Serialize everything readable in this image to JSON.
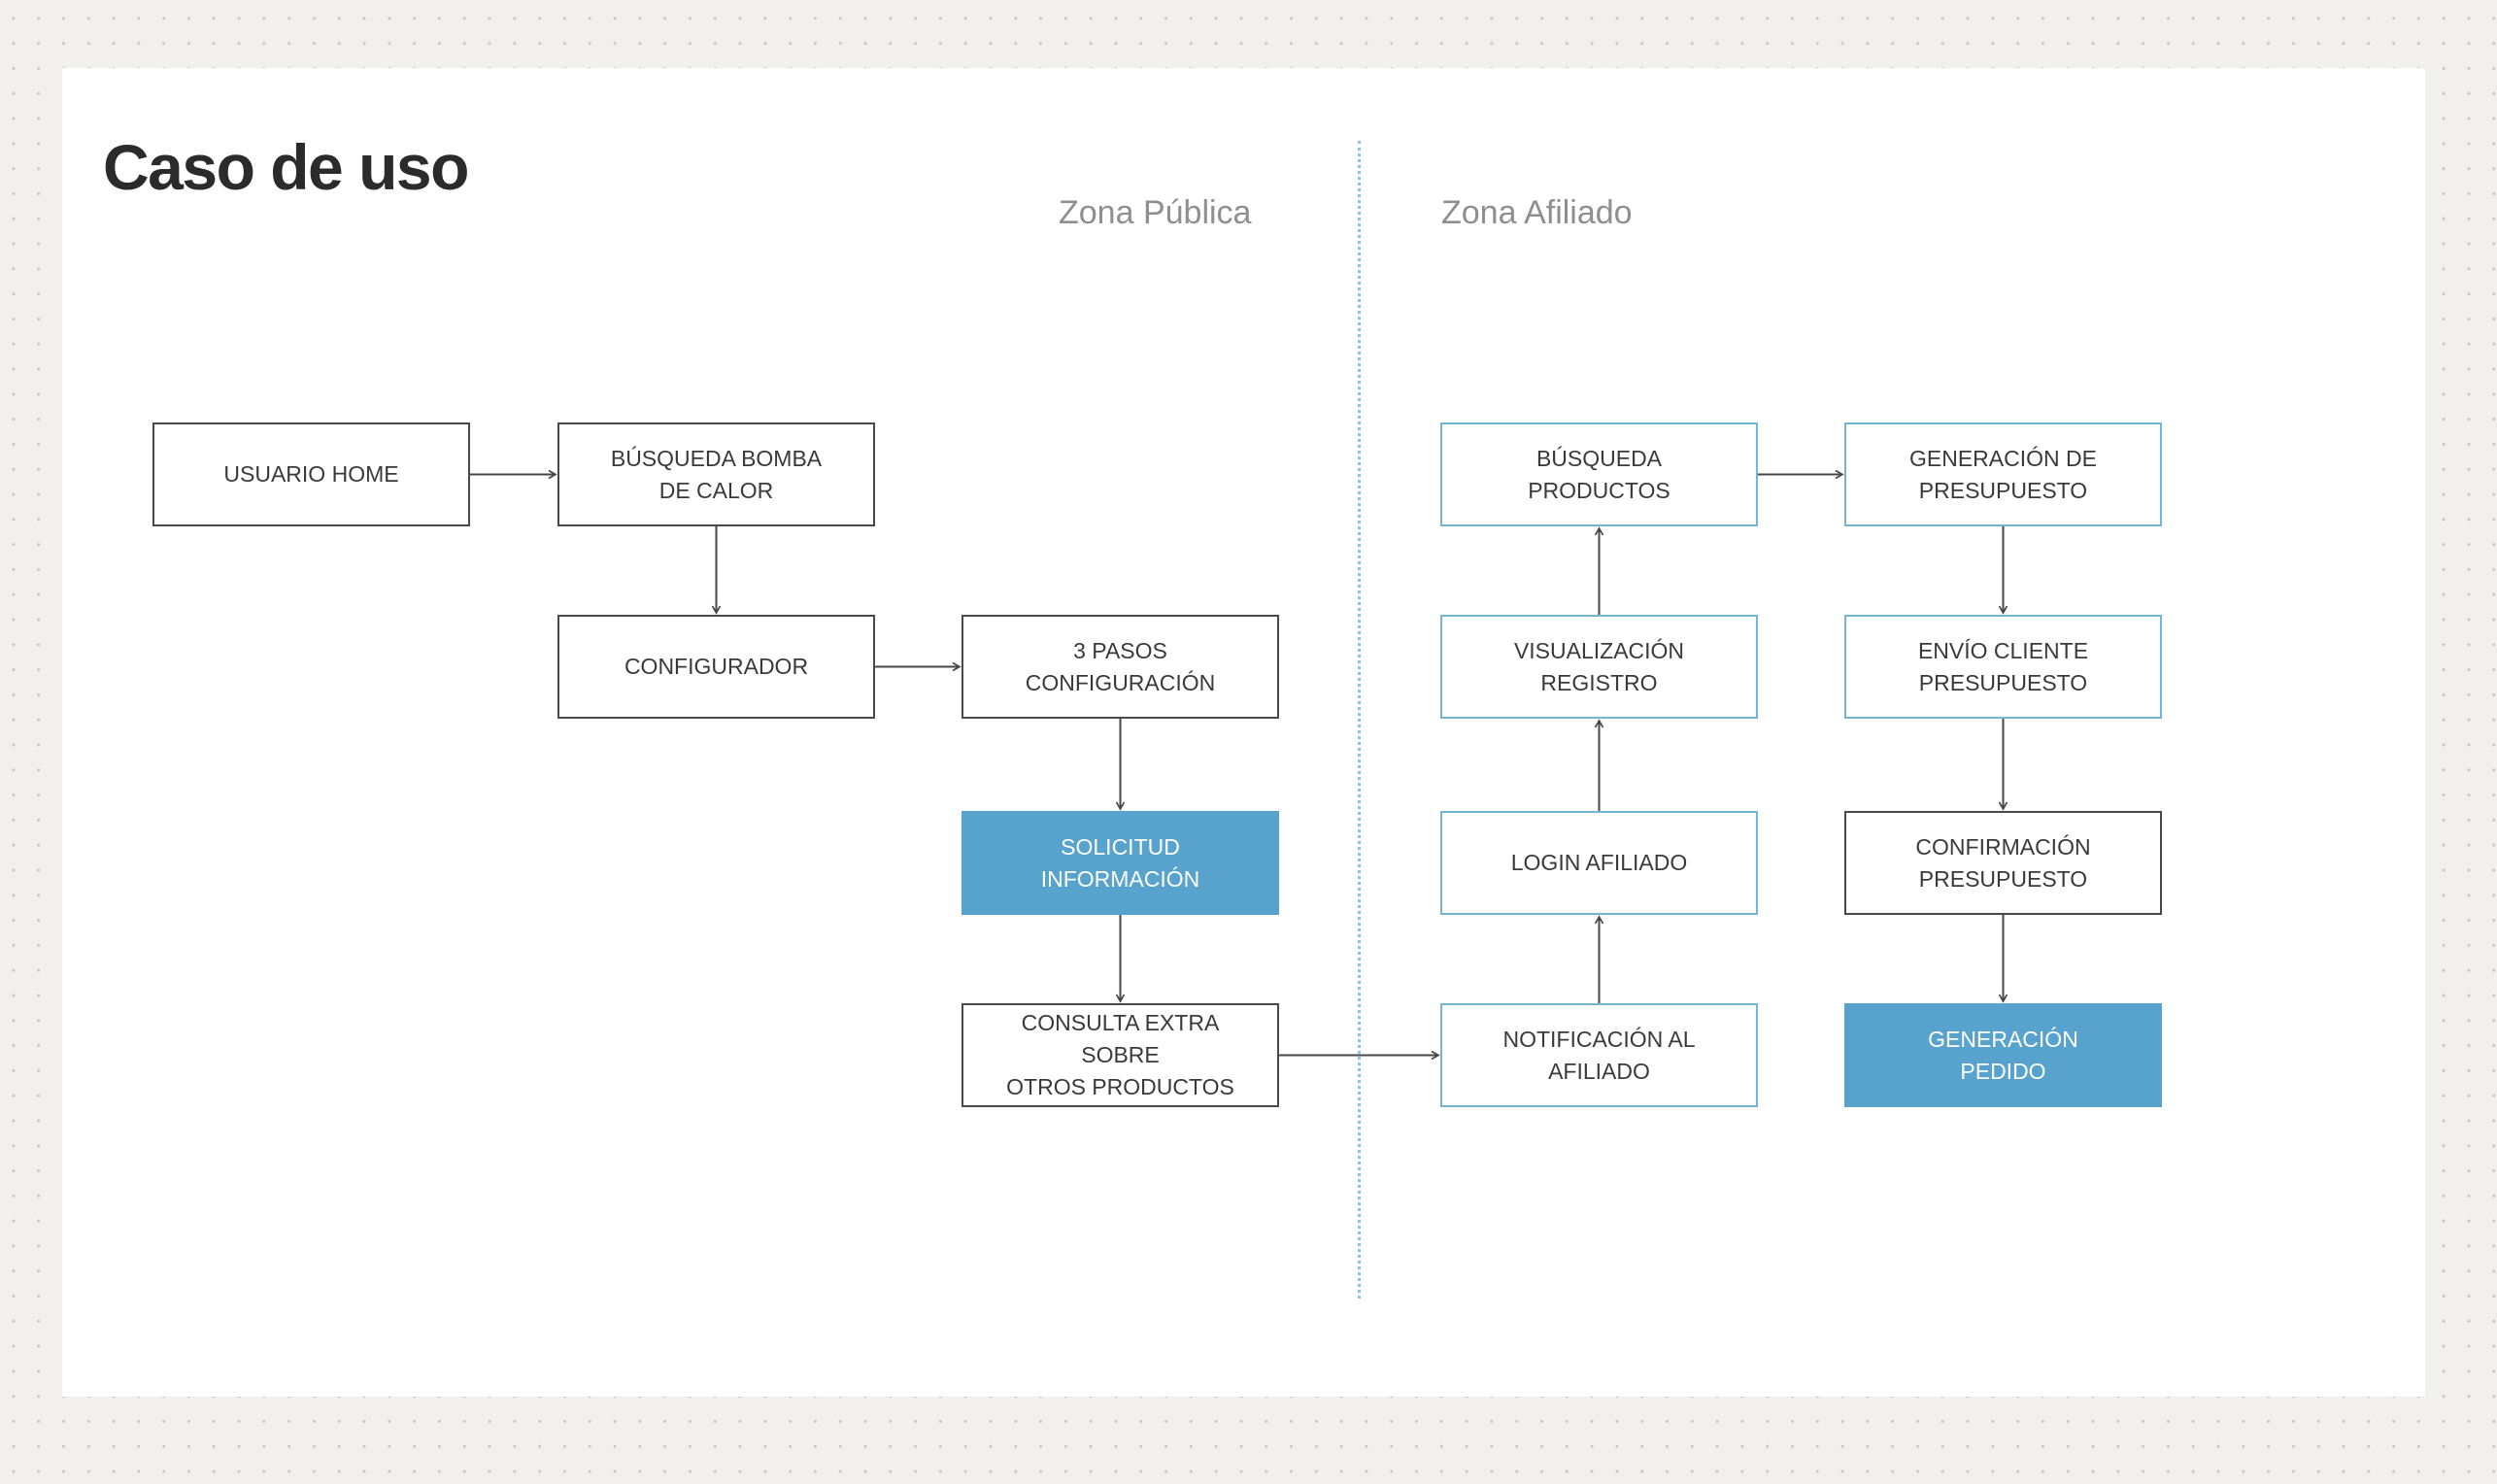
{
  "page": {
    "title": "Caso de uso"
  },
  "zones": {
    "public": {
      "label": "Zona Pública"
    },
    "affiliate": {
      "label": "Zona Afiliado"
    }
  },
  "colors": {
    "page_background": "#f1f0ef",
    "grid_dot": "#c7c7c7",
    "canvas": "#ffffff",
    "title_text": "#2b2b2b",
    "zone_label_text": "#8f8f8f",
    "zone_divider_blue": "#8fc3de",
    "box_border_dark": "#4a4a4a",
    "box_border_blue": "#74b4d9",
    "box_fill_blue": "#58a3cd",
    "box_text": "#3a3a3a",
    "box_text_on_blue": "#ffffff",
    "arrow": "#474747"
  },
  "diagram": {
    "nodes": [
      {
        "id": "usuario-home",
        "zone": "public",
        "variant": "outline-dark",
        "lines": [
          "USUARIO HOME"
        ]
      },
      {
        "id": "busqueda-bomba-calor",
        "zone": "public",
        "variant": "outline-dark",
        "lines": [
          "BÚSQUEDA BOMBA",
          "DE CALOR"
        ]
      },
      {
        "id": "configurador",
        "zone": "public",
        "variant": "outline-dark",
        "lines": [
          "CONFIGURADOR"
        ]
      },
      {
        "id": "tres-pasos-configuracion",
        "zone": "public",
        "variant": "outline-dark",
        "lines": [
          "3 PASOS",
          "CONFIGURACIÓN"
        ]
      },
      {
        "id": "solicitud-informacion",
        "zone": "public",
        "variant": "fill-blue",
        "lines": [
          "SOLICITUD",
          "INFORMACIÓN"
        ]
      },
      {
        "id": "consulta-extra-productos",
        "zone": "public",
        "variant": "outline-dark",
        "lines": [
          "CONSULTA EXTRA SOBRE",
          "OTROS PRODUCTOS"
        ]
      },
      {
        "id": "busqueda-productos",
        "zone": "affiliate",
        "variant": "outline-blue",
        "lines": [
          "BÚSQUEDA",
          "PRODUCTOS"
        ]
      },
      {
        "id": "generacion-presupuesto",
        "zone": "affiliate",
        "variant": "outline-blue",
        "lines": [
          "GENERACIÓN DE",
          "PRESUPUESTO"
        ]
      },
      {
        "id": "visualizacion-registro",
        "zone": "affiliate",
        "variant": "outline-blue",
        "lines": [
          "VISUALIZACIÓN",
          "REGISTRO"
        ]
      },
      {
        "id": "envio-cliente-presupuesto",
        "zone": "affiliate",
        "variant": "outline-blue",
        "lines": [
          "ENVÍO CLIENTE",
          "PRESUPUESTO"
        ]
      },
      {
        "id": "login-afiliado",
        "zone": "affiliate",
        "variant": "outline-blue",
        "lines": [
          "LOGIN AFILIADO"
        ]
      },
      {
        "id": "confirmacion-presupuesto",
        "zone": "affiliate",
        "variant": "outline-dark",
        "lines": [
          "CONFIRMACIÓN",
          "PRESUPUESTO"
        ]
      },
      {
        "id": "notificacion-afiliado",
        "zone": "affiliate",
        "variant": "outline-blue",
        "lines": [
          "NOTIFICACIÓN AL",
          "AFILIADO"
        ]
      },
      {
        "id": "generacion-pedido",
        "zone": "affiliate",
        "variant": "fill-blue",
        "lines": [
          "GENERACIÓN",
          "PEDIDO"
        ]
      }
    ],
    "edges": [
      {
        "from": "usuario-home",
        "to": "busqueda-bomba-calor",
        "dir": "right"
      },
      {
        "from": "busqueda-bomba-calor",
        "to": "configurador",
        "dir": "down"
      },
      {
        "from": "configurador",
        "to": "tres-pasos-configuracion",
        "dir": "right"
      },
      {
        "from": "tres-pasos-configuracion",
        "to": "solicitud-informacion",
        "dir": "down"
      },
      {
        "from": "solicitud-informacion",
        "to": "consulta-extra-productos",
        "dir": "down"
      },
      {
        "from": "consulta-extra-productos",
        "to": "notificacion-afiliado",
        "dir": "right"
      },
      {
        "from": "notificacion-afiliado",
        "to": "login-afiliado",
        "dir": "up"
      },
      {
        "from": "login-afiliado",
        "to": "visualizacion-registro",
        "dir": "up"
      },
      {
        "from": "visualizacion-registro",
        "to": "busqueda-productos",
        "dir": "up"
      },
      {
        "from": "busqueda-productos",
        "to": "generacion-presupuesto",
        "dir": "right"
      },
      {
        "from": "generacion-presupuesto",
        "to": "envio-cliente-presupuesto",
        "dir": "down"
      },
      {
        "from": "envio-cliente-presupuesto",
        "to": "confirmacion-presupuesto",
        "dir": "down"
      },
      {
        "from": "confirmacion-presupuesto",
        "to": "generacion-pedido",
        "dir": "down"
      }
    ]
  }
}
